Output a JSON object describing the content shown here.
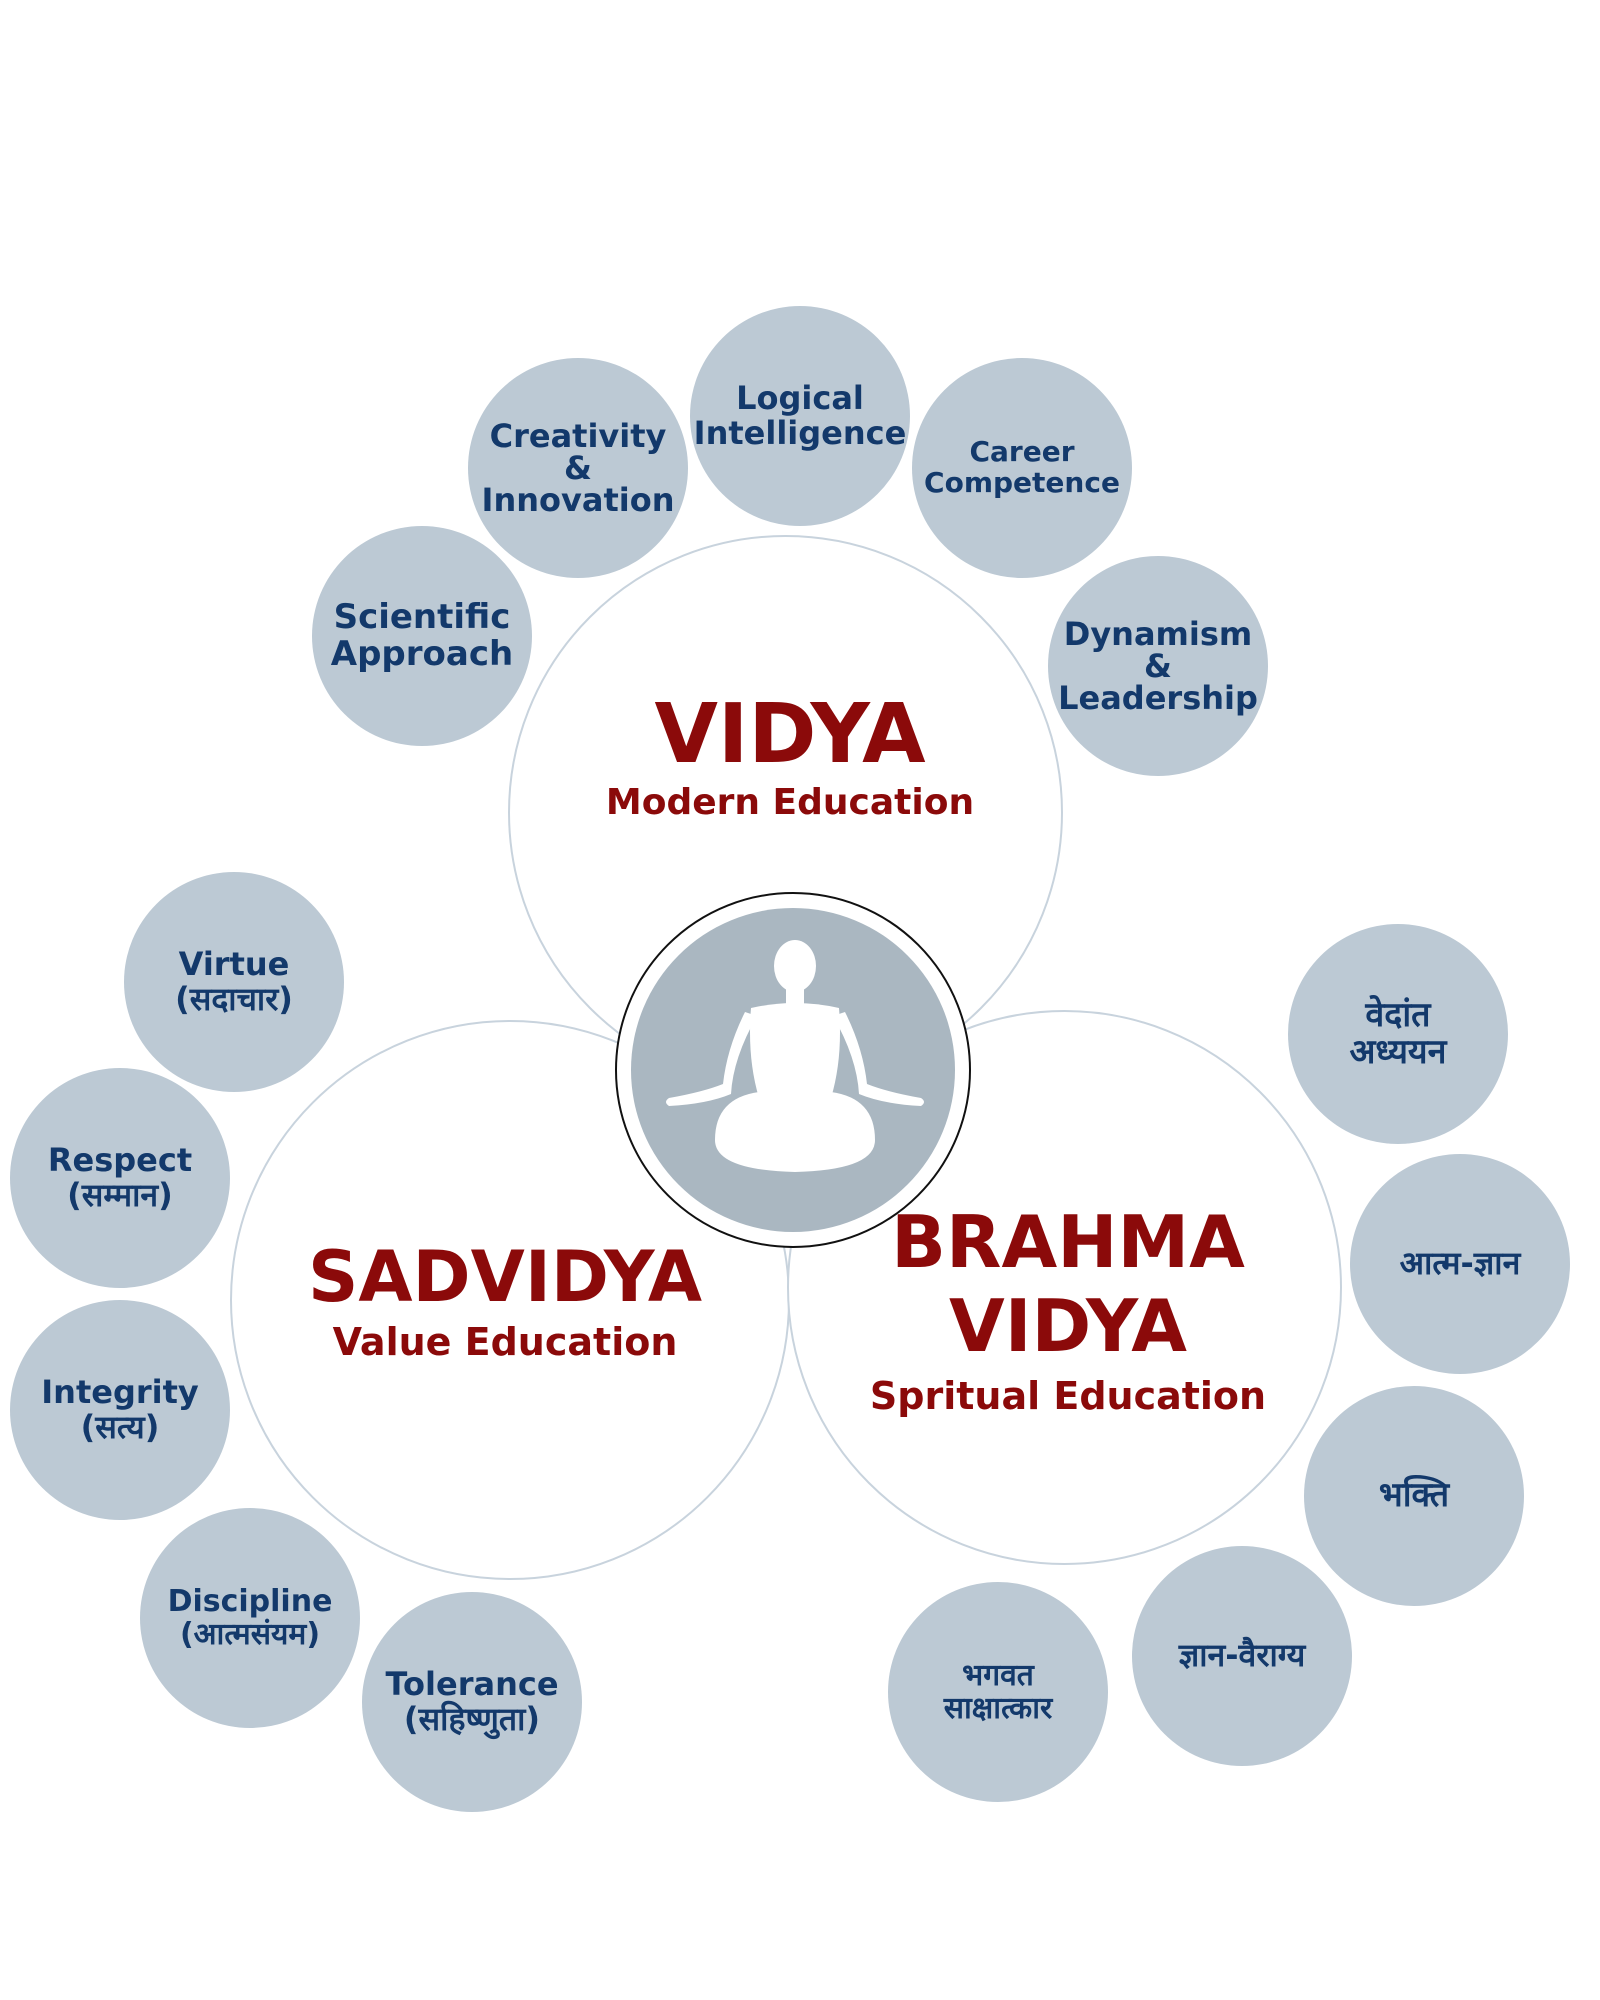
{
  "colors": {
    "title": "#8b0a0a",
    "bubble_text": "#13396b",
    "bubble_fill": "#bcc9d4",
    "big_circle_border": "#c8d3dd",
    "center_disc": "#aab7c1",
    "figure": "#ffffff"
  },
  "center": {
    "icon": "meditation-figure-icon"
  },
  "sections": {
    "vidya": {
      "title": "VIDYA",
      "subtitle": "Modern Education",
      "bubbles": [
        "Scientific\nApproach",
        "Creativity\n&\nInnovation",
        "Logical\nIntelligence",
        "Career\nCompetence",
        "Dynamism\n&\nLeadership"
      ]
    },
    "sadvidya": {
      "title": "SADVIDYA",
      "subtitle": "Value Education",
      "bubbles": [
        "Virtue\n(सदाचार)",
        "Respect\n(सम्मान)",
        "Integrity\n(सत्य)",
        "Discipline\n(आत्मसंयम)",
        "Tolerance\n(सहिष्णुता)"
      ]
    },
    "brahma_vidya": {
      "title_line1": "BRAHMA",
      "title_line2": "VIDYA",
      "subtitle": "Spritual Education",
      "bubbles": [
        "वेदांत\nअध्ययन",
        "आत्म-ज्ञान",
        "भक्ति",
        "ज्ञान-वैराग्य",
        "भगवत\nसाक्षात्कार"
      ]
    }
  }
}
